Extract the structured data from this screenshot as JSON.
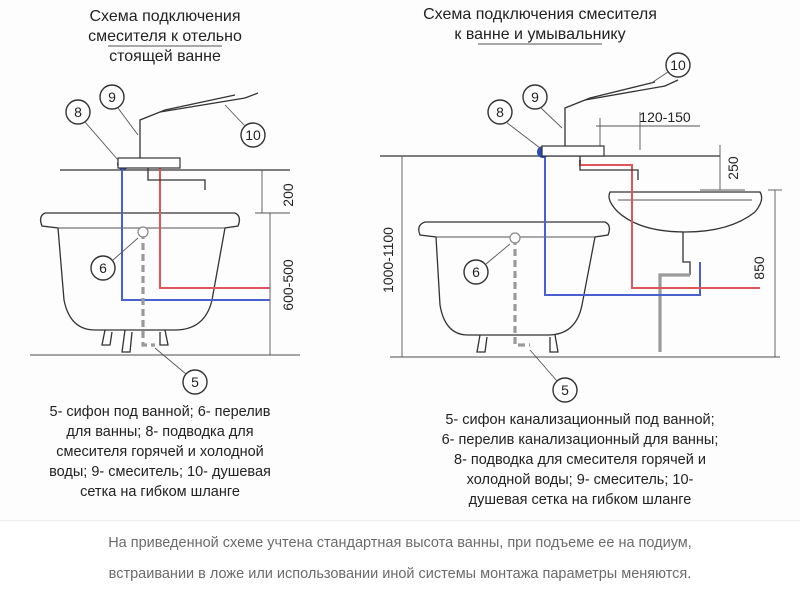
{
  "left": {
    "title_line1": "Схема подключения",
    "title_line2": "смесителя к отельно",
    "title_line3": "стоящей ванне",
    "dim_top": "200",
    "dim_side": "600-500",
    "callouts": {
      "n8": "8",
      "n9": "9",
      "n10": "10",
      "n6": "6",
      "n5": "5"
    },
    "caption": [
      "5- сифон под ванной; 6- перелив",
      "для ванны;  8- подводка для",
      "смесителя горячей и холодной",
      "воды; 9- смеситель; 10- душевая",
      "сетка на гибком шланге"
    ]
  },
  "right": {
    "title_line1": "Схема подключения смесителя",
    "title_line2": "к ванне и умывальнику",
    "dim_horizontal": "120-150",
    "dim_250": "250",
    "dim_850": "850",
    "dim_height": "1000-1100",
    "callouts": {
      "n8": "8",
      "n9": "9",
      "n10": "10",
      "n6": "6",
      "n5": "5"
    },
    "caption": [
      "5- сифон канализационный под ванной;",
      "6- перелив канализационный для ванны;",
      "8- подводка для смесителя горячей и",
      "холодной воды; 9- смеситель; 10-",
      "душевая сетка на гибком шланге"
    ]
  },
  "footer": {
    "line1": "На приведенной схеме учтена стандартная высота ванны, при подъеме ее на подиум,",
    "line2": "встраивании в ложе или использовании иной системы монтажа параметры меняются."
  },
  "colors": {
    "hot": "#e0555b",
    "cold": "#4a5fd0",
    "drain": "#9a9a9a"
  }
}
